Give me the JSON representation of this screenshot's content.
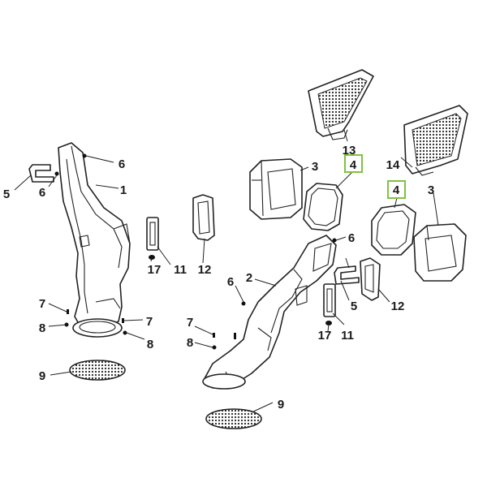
{
  "diagram": {
    "highlight_color": "#7fc241",
    "labels": [
      {
        "id": "l5a",
        "text": "5"
      },
      {
        "id": "l6a",
        "text": "6"
      },
      {
        "id": "l6b",
        "text": "6"
      },
      {
        "id": "l1",
        "text": "1"
      },
      {
        "id": "l7a",
        "text": "7"
      },
      {
        "id": "l8a",
        "text": "8"
      },
      {
        "id": "l7b",
        "text": "7"
      },
      {
        "id": "l8b",
        "text": "8"
      },
      {
        "id": "l9a",
        "text": "9"
      },
      {
        "id": "l17a",
        "text": "17"
      },
      {
        "id": "l11a",
        "text": "11"
      },
      {
        "id": "l12a",
        "text": "12"
      },
      {
        "id": "l13",
        "text": "13"
      },
      {
        "id": "l4a",
        "text": "4"
      },
      {
        "id": "l3a",
        "text": "3"
      },
      {
        "id": "l14",
        "text": "14"
      },
      {
        "id": "l4b",
        "text": "4"
      },
      {
        "id": "l3b",
        "text": "3"
      },
      {
        "id": "l6c",
        "text": "6"
      },
      {
        "id": "l6d",
        "text": "6"
      },
      {
        "id": "l2",
        "text": "2"
      },
      {
        "id": "l5b",
        "text": "5"
      },
      {
        "id": "l12b",
        "text": "12"
      },
      {
        "id": "l7c",
        "text": "7"
      },
      {
        "id": "l8c",
        "text": "8"
      },
      {
        "id": "l17b",
        "text": "17"
      },
      {
        "id": "l11b",
        "text": "11"
      },
      {
        "id": "l9b",
        "text": "9"
      }
    ]
  }
}
